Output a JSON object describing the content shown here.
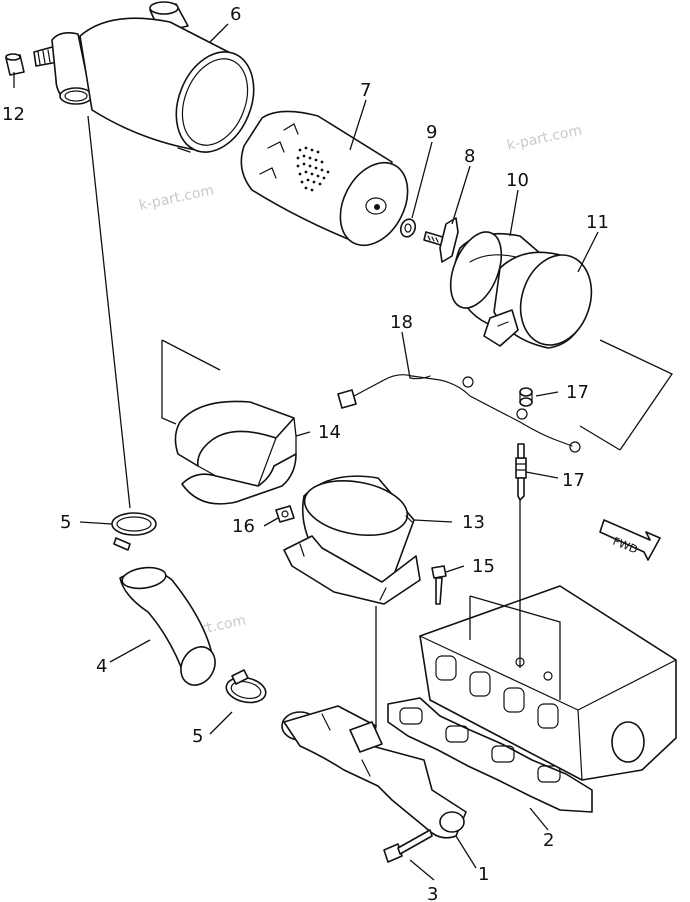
{
  "watermark": "k-part.com",
  "callouts": {
    "c1": "1",
    "c2": "2",
    "c3": "3",
    "c4": "4",
    "c5a": "5",
    "c5b": "5",
    "c6": "6",
    "c7": "7",
    "c8": "8",
    "c9": "9",
    "c10": "10",
    "c11": "11",
    "c12": "12",
    "c13": "13",
    "c14": "14",
    "c15": "15",
    "c16": "16",
    "c17a": "17",
    "c17b": "17",
    "c18": "18"
  },
  "fwd_label": "FWD"
}
